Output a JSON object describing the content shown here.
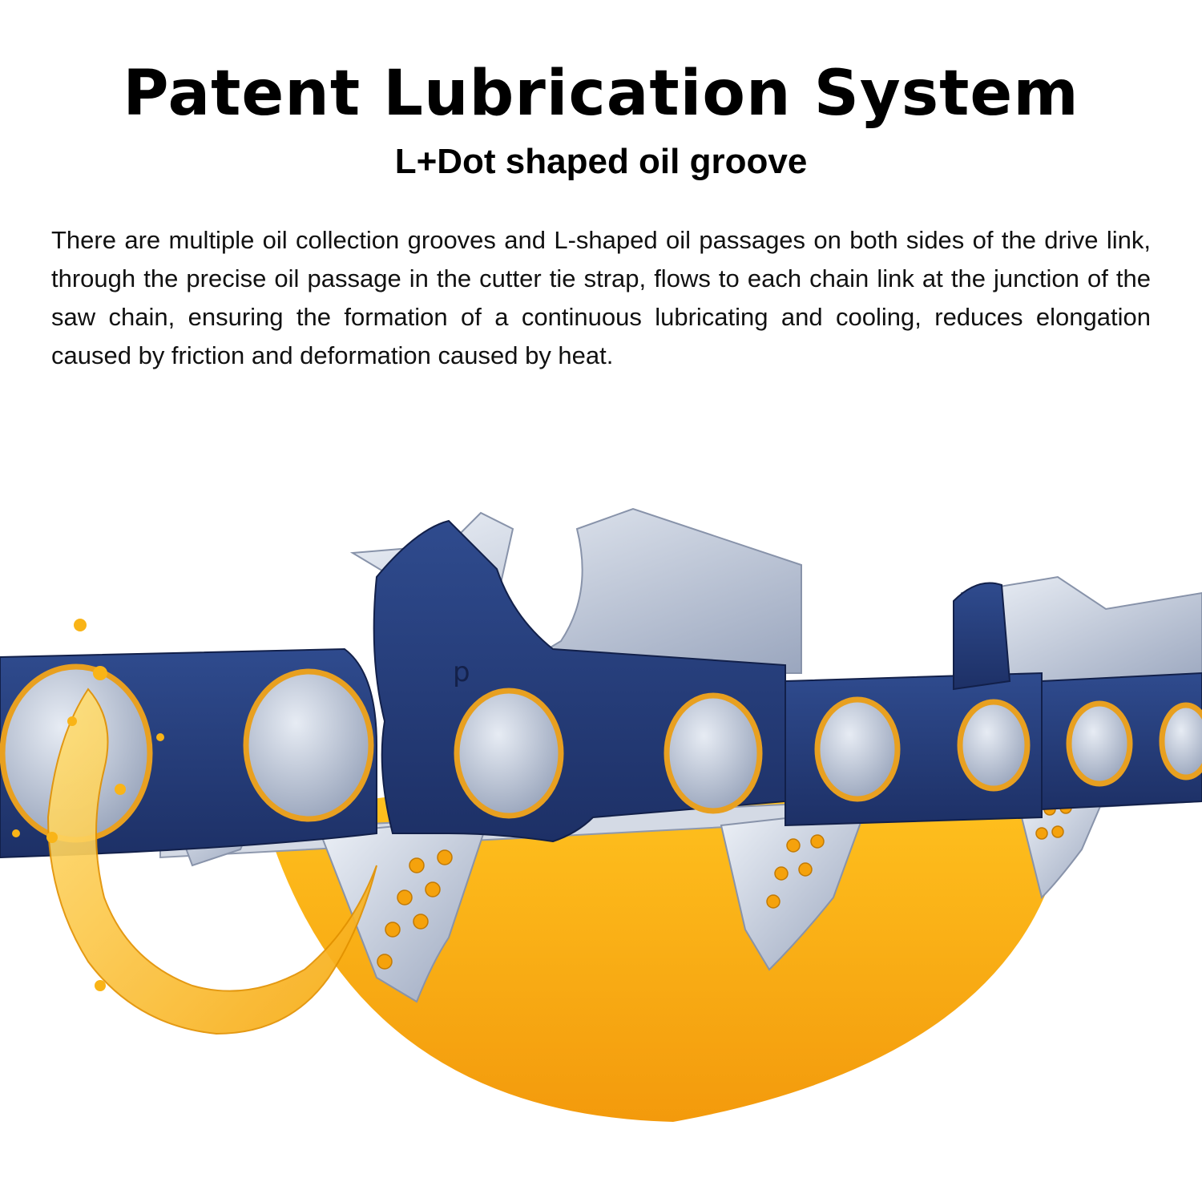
{
  "header": {
    "title": "Patent Lubrication System",
    "subtitle": "L+Dot shaped oil groove"
  },
  "body": {
    "description": "There are multiple oil collection grooves and L-shaped oil passages on both sides of the drive link, through the precise oil passage in the cutter tie strap, flows to each chain link at the junction of the saw chain, ensuring the formation of a continuous lubricating and cooling, reduces elongation caused by friction and deformation caused by heat."
  },
  "illustration": {
    "subject": "saw-chain-with-oil-illustration",
    "link_marking": "p",
    "colors": {
      "link_blue": "#27407e",
      "link_blue_dark": "#1b2d5f",
      "steel": "#b9c3d6",
      "steel_light": "#dfe5ef",
      "oil_orange": "#f6a912",
      "oil_yellow": "#ffd23a",
      "ring_gold": "#e8a020"
    }
  }
}
